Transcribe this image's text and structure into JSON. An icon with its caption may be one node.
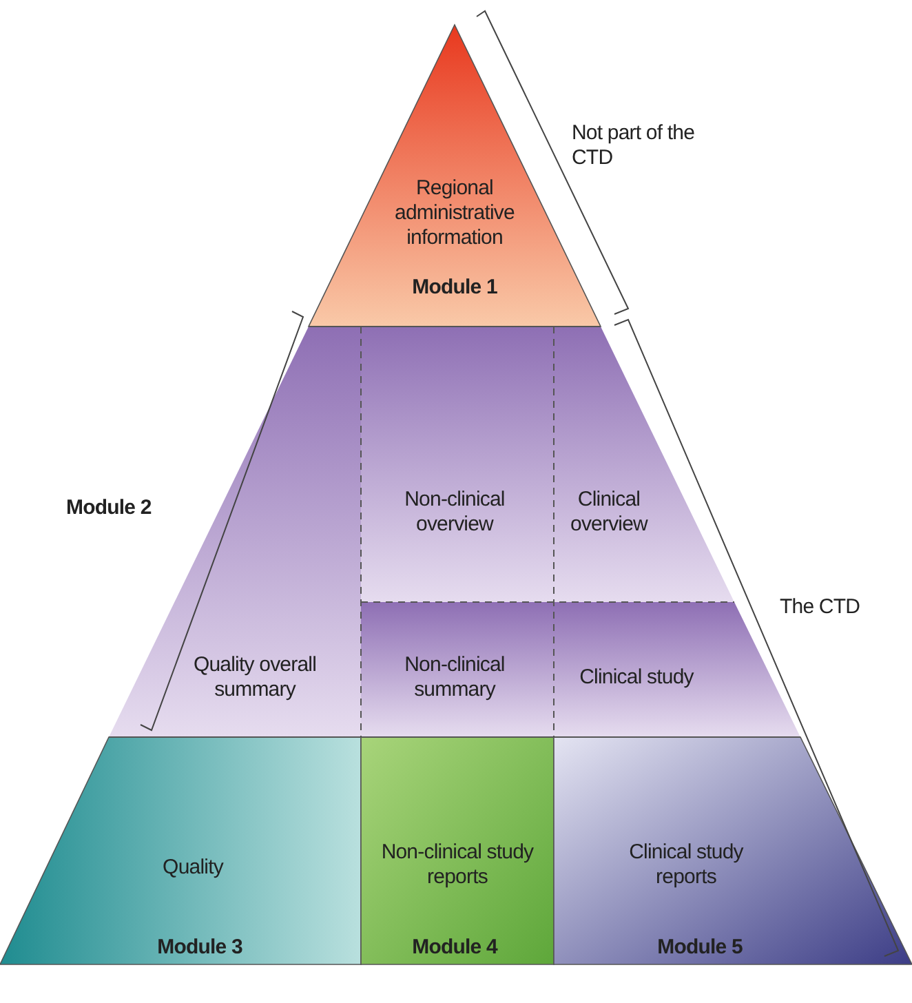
{
  "diagram": {
    "nodes": [
      {
        "text": [
          "Regional administrative information",
          "Module 1"
        ]
      },
      {
        "text": [
          "Non-clinical overview"
        ]
      },
      {
        "text": [
          "Clinical overview"
        ]
      },
      {
        "text": [
          "Quality overall summary"
        ]
      },
      {
        "text": [
          "Non-clinical summary"
        ]
      },
      {
        "text": [
          "Clinical study"
        ]
      },
      {
        "text": [
          "Quality",
          "Module 3"
        ]
      },
      {
        "text": [
          "Non-clinical study reports",
          "Module 4"
        ]
      },
      {
        "text": [
          "Clinical study reports",
          "Module 5"
        ]
      }
    ],
    "labels": [
      "Not part of the CTD",
      "Module 2",
      "The CTD"
    ]
  }
}
